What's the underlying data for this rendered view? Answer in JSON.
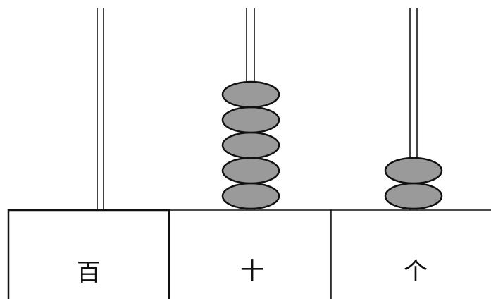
{
  "abacus": {
    "columns": [
      {
        "label": "百",
        "beads": 0
      },
      {
        "label": "十",
        "beads": 5
      },
      {
        "label": "个",
        "beads": 2
      }
    ]
  },
  "colors": {
    "bead_fill": "#9a9a9a",
    "bead_stroke": "#111111",
    "rod": "#444444",
    "base_stroke": "#111111",
    "background": "#ffffff"
  }
}
